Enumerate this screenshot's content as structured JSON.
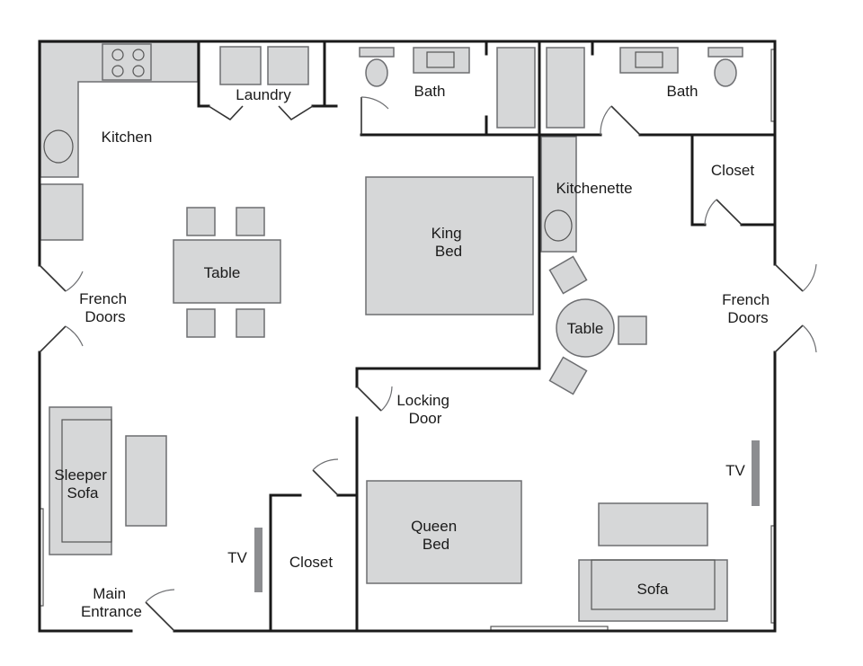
{
  "rooms": {
    "kitchen": "Kitchen",
    "laundry": "Laundry",
    "bath_left": "Bath",
    "bath_right": "Bath",
    "closet_right": "Closet",
    "kitchenette": "Kitchenette",
    "closet_center": "Closet"
  },
  "furniture": {
    "dining_table": "Table",
    "round_table": "Table",
    "king_bed": [
      "King",
      "Bed"
    ],
    "queen_bed": [
      "Queen",
      "Bed"
    ],
    "sleeper_sofa": [
      "Sleeper",
      "Sofa"
    ],
    "sofa": "Sofa",
    "tv_left": "TV",
    "tv_right": "TV"
  },
  "doors": {
    "french_left": [
      "French",
      "Doors"
    ],
    "french_right": [
      "French",
      "Doors"
    ],
    "locking": [
      "Locking",
      "Door"
    ],
    "main_entrance": [
      "Main",
      "Entrance"
    ]
  }
}
